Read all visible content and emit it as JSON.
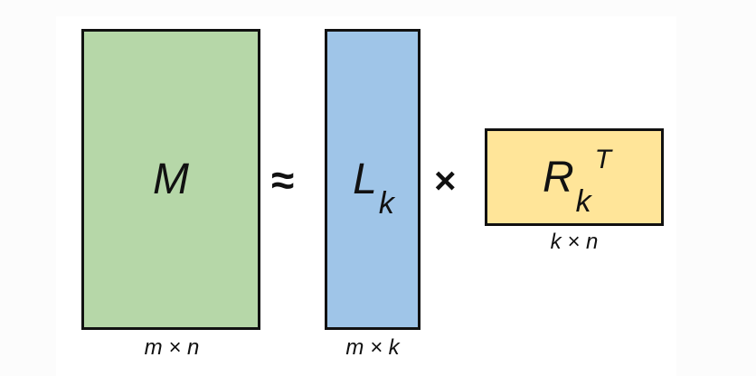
{
  "matrix_m": {
    "symbol": "M",
    "dims": "m × n",
    "color": "#b6d7a8"
  },
  "operator_approx": "≈",
  "matrix_l": {
    "symbol": "L",
    "subscript": "k",
    "dims": "m × k",
    "color": "#9fc5e8"
  },
  "operator_times": "×",
  "matrix_r": {
    "symbol": "R",
    "subscript": "k",
    "superscript": "T",
    "dims": "k × n",
    "color": "#ffe599"
  }
}
